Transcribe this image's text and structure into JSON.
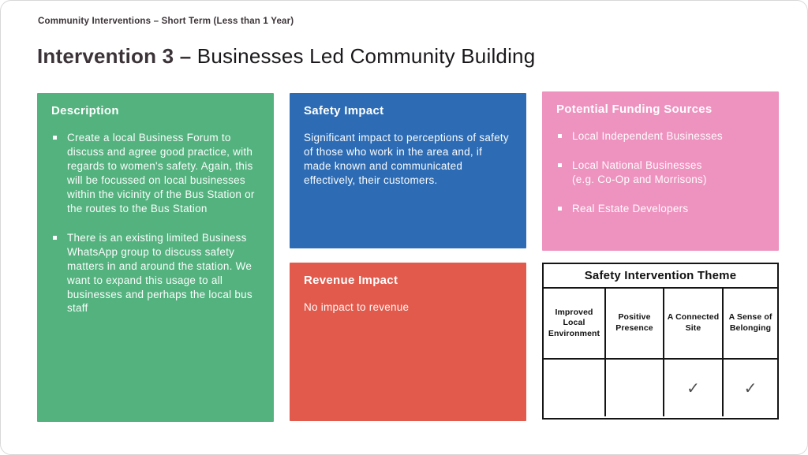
{
  "page": {
    "eyebrow": "Community Interventions – Short Term (Less than 1 Year)",
    "title_bold": "Intervention 3 – ",
    "title_regular": "Businesses Led Community Building"
  },
  "colors": {
    "green": "#53b27e",
    "blue": "#2d6cb4",
    "red": "#e15a4c",
    "pink": "#ee92bf",
    "check": "#4d4d4d"
  },
  "description": {
    "heading": "Description",
    "bullets": [
      "Create a local Business Forum to discuss and agree good practice, with regards to women's safety. Again, this will be focussed on local businesses within the vicinity of the Bus Station or the routes to the Bus Station",
      "There is an existing limited Business WhatsApp group to discuss safety matters in and around the station. We want to expand this usage to all businesses and perhaps the local bus staff"
    ]
  },
  "safety_impact": {
    "heading": "Safety Impact",
    "body": "Significant impact to perceptions of safety of those who work in the area and, if made known and communicated effectively, their customers."
  },
  "revenue_impact": {
    "heading": "Revenue Impact",
    "body": "No impact to revenue"
  },
  "funding": {
    "heading": "Potential Funding Sources",
    "bullets": [
      "Local Independent Businesses",
      "Local National Businesses\n(e.g. Co-Op and Morrisons)",
      "Real Estate Developers"
    ]
  },
  "theme_table": {
    "title": "Safety Intervention Theme",
    "columns": [
      "Improved\nLocal\nEnvironment",
      "Positive\nPresence",
      "A Connected\nSite",
      "A Sense of\nBelonging"
    ],
    "row": [
      "",
      "",
      "✓",
      "✓"
    ]
  }
}
